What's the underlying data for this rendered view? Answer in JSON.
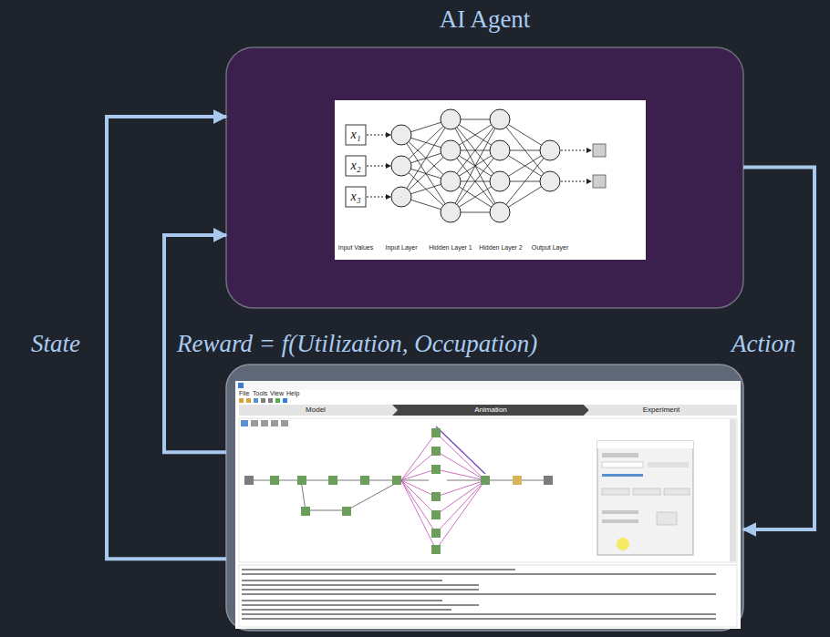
{
  "diagram": {
    "nodes": [
      {
        "text": [
          "AI Agent"
        ]
      },
      {
        "text": [
          "Model",
          "Animation",
          "Experiment"
        ]
      }
    ],
    "edges": [
      {
        "from": 1,
        "to": 0,
        "arrow": "to",
        "label": "State"
      },
      {
        "from": 1,
        "to": 0,
        "arrow": "to",
        "label": "Reward = f(Utilization, Occupation)"
      },
      {
        "from": 0,
        "to": 1,
        "arrow": "to",
        "label": "Action"
      }
    ],
    "labels": [
      "x₁",
      "x₂",
      "x₃",
      "Input Values",
      "Input Layer",
      "Hidden Layer 1",
      "Hidden Layer 2",
      "Output Layer",
      "File",
      "Tools",
      "View",
      "Help"
    ]
  }
}
